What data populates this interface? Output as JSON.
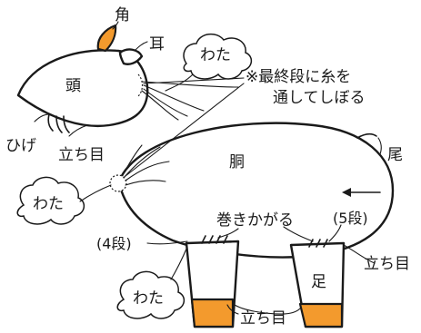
{
  "labels": {
    "horn": "角",
    "ear": "耳",
    "head": "頭",
    "whiskers": "ひげ",
    "note_line1": "※最終段に糸を",
    "note_line2": "通してしぼる",
    "body": "胴",
    "tail": "尾",
    "wrap": "巻きかがる",
    "rows_5": "(5段)",
    "rows_4": "(4段)",
    "leg": "足",
    "stuffing": "わた",
    "standing_stitch": "立ち目"
  },
  "colors": {
    "outline": "#1a1a1a",
    "accent_orange": "#f39a2d",
    "background": "#ffffff"
  }
}
